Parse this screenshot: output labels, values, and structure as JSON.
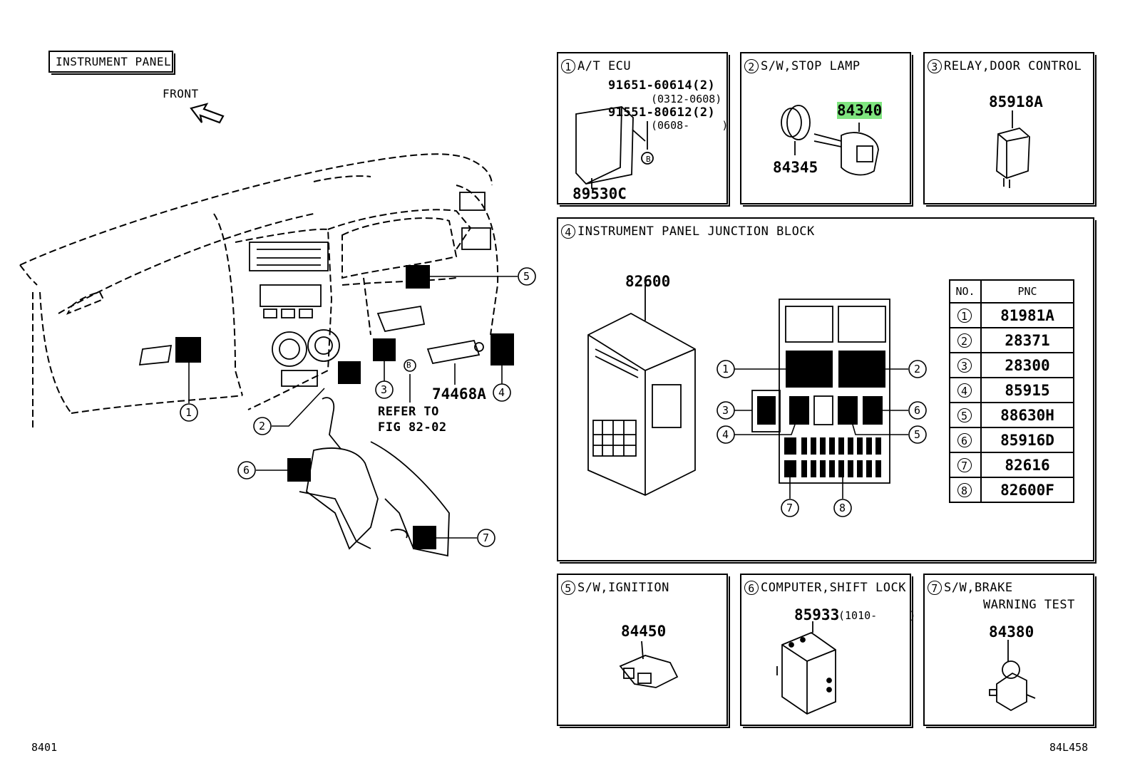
{
  "header": {
    "title": "INSTRUMENT PANEL",
    "front": "FRONT"
  },
  "overview": {
    "callouts": [
      "1",
      "2",
      "3",
      "4",
      "5",
      "6",
      "7"
    ],
    "part_74468A": "74468A",
    "marker_b": "B",
    "refer_line1": "REFER TO",
    "refer_line2": "FIG 82-02"
  },
  "panels": {
    "at_ecu": {
      "num": "1",
      "title": "A/T ECU",
      "bolt1": "91651-60614(2)",
      "bolt1_range": "(0312-0608)",
      "bolt2": "91551-80612(2)",
      "bolt2_range": "(0608-     )",
      "marker": "B",
      "part": "89530C"
    },
    "stop_lamp": {
      "num": "2",
      "title": "S/W,STOP LAMP",
      "part_switch": "84340",
      "part_clip": "84345"
    },
    "relay_door": {
      "num": "3",
      "title": "RELAY,DOOR CONTROL",
      "part": "85918A"
    },
    "junction": {
      "num": "4",
      "title": "INSTRUMENT PANEL JUNCTION BLOCK",
      "part": "82600",
      "callouts": [
        "1",
        "2",
        "3",
        "4",
        "5",
        "6",
        "7",
        "8"
      ],
      "table": {
        "col_no": "NO.",
        "col_pnc": "PNC",
        "rows": [
          {
            "no": "1",
            "pnc": "81981A"
          },
          {
            "no": "2",
            "pnc": "28371"
          },
          {
            "no": "3",
            "pnc": "28300"
          },
          {
            "no": "4",
            "pnc": "85915"
          },
          {
            "no": "5",
            "pnc": "88630H"
          },
          {
            "no": "6",
            "pnc": "85916D"
          },
          {
            "no": "7",
            "pnc": "82616"
          },
          {
            "no": "8",
            "pnc": "82600F"
          }
        ]
      }
    },
    "ignition": {
      "num": "5",
      "title": "S/W,IGNITION",
      "part": "84450"
    },
    "shift_lock": {
      "num": "6",
      "title": "COMPUTER,SHIFT LOCK",
      "part": "85933",
      "range": "(1010-     )"
    },
    "brake_test": {
      "num": "7",
      "title": "S/W,BRAKE",
      "title2": "WARNING TEST",
      "part": "84380"
    }
  },
  "footer": {
    "left": "8401",
    "right": "84L458"
  },
  "colors": {
    "highlight": "#7fe57f",
    "ink": "#000000"
  }
}
